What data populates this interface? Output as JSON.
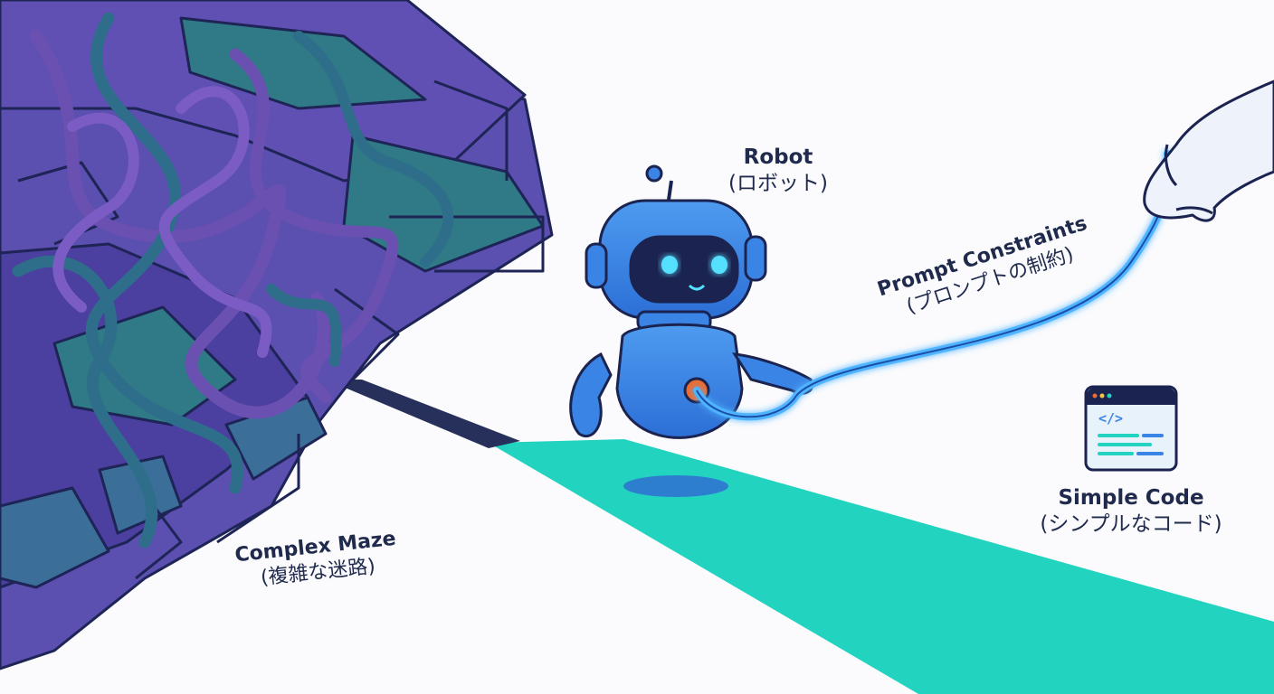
{
  "labels": {
    "robot": {
      "title": "Robot",
      "subtitle": "(ロボット)"
    },
    "maze": {
      "title": "Complex Maze",
      "subtitle": "(複雑な迷路)"
    },
    "prompt": {
      "title": "Prompt Constraints",
      "subtitle": "(プロンプトの制約)"
    },
    "code": {
      "title": "Simple Code",
      "subtitle": "(シンプルなコード)"
    }
  },
  "code_window": {
    "tag": "</>"
  },
  "colors": {
    "maze_wall": "#5b4fb0",
    "maze_top": "#2f7a86",
    "maze_edge": "#1e2456",
    "tangle_purple": "#6a50b0",
    "tangle_teal": "#2e6e8a",
    "path": "#22d3c0",
    "robot_blue": "#3a84e6",
    "robot_dark": "#1b2350",
    "robot_eye": "#56e0ff",
    "leash_glow": "#4fb4ff",
    "button_orange": "#f06a2c",
    "text": "#1f2a4d"
  },
  "icons": [
    "robot-illustration",
    "maze-illustration",
    "hand-icon",
    "code-window-icon"
  ]
}
